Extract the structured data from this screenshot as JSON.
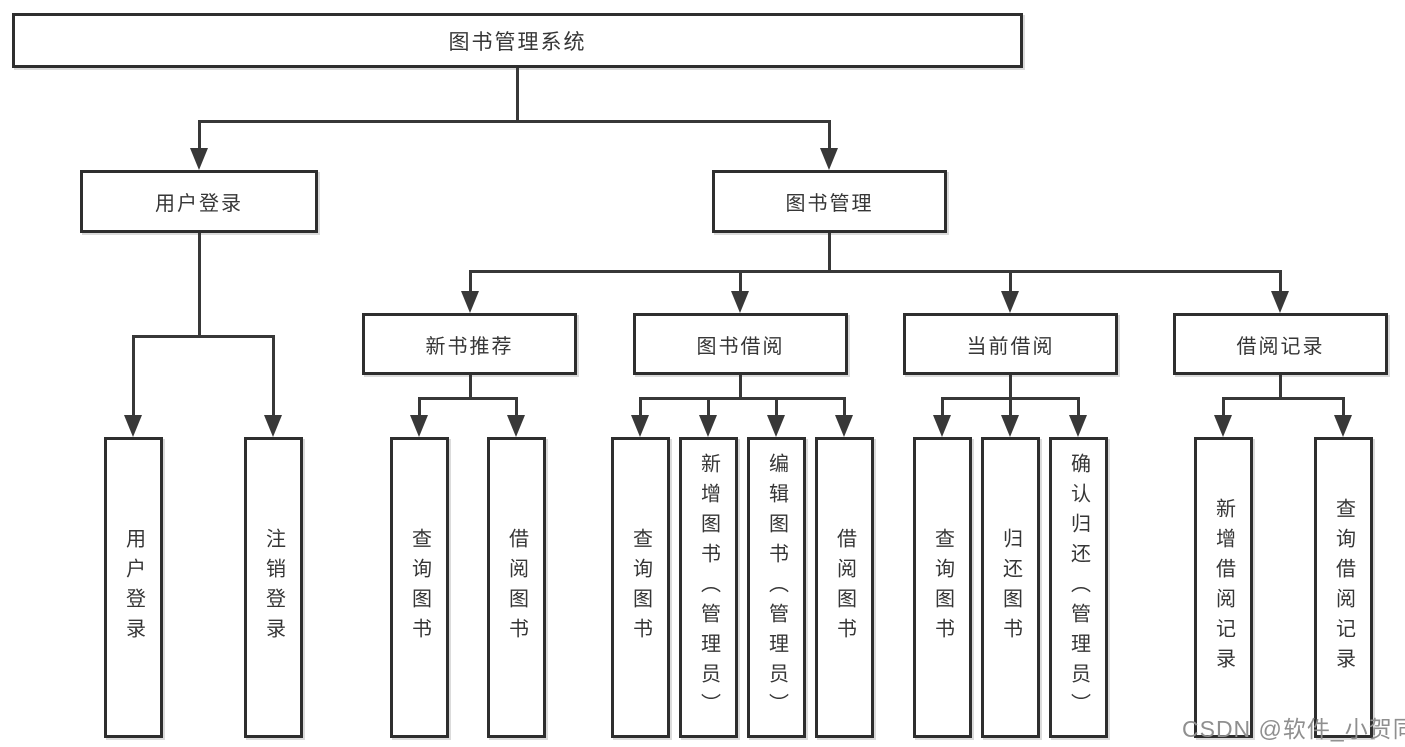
{
  "tree": {
    "root": {
      "label": "图书管理系统",
      "children": [
        {
          "label": "用户登录",
          "children": [
            {
              "label": "用户登录"
            },
            {
              "label": "注销登录"
            }
          ]
        },
        {
          "label": "图书管理",
          "children": [
            {
              "label": "新书推荐",
              "children": [
                {
                  "label": "查询图书"
                },
                {
                  "label": "借阅图书"
                }
              ]
            },
            {
              "label": "图书借阅",
              "children": [
                {
                  "label": "查询图书"
                },
                {
                  "label": "新增图书（管理员）"
                },
                {
                  "label": "编辑图书（管理员）"
                },
                {
                  "label": "借阅图书"
                }
              ]
            },
            {
              "label": "当前借阅",
              "children": [
                {
                  "label": "查询图书"
                },
                {
                  "label": "归还图书"
                },
                {
                  "label": "确认归还（管理员）"
                }
              ]
            },
            {
              "label": "借阅记录",
              "children": [
                {
                  "label": "新增借阅记录"
                },
                {
                  "label": "查询借阅记录"
                }
              ]
            }
          ]
        }
      ]
    }
  },
  "watermark": {
    "text": "CSDN @软件_小贺同学"
  },
  "colors": {
    "line": "#383838",
    "box_border": "#2e2e2e",
    "text": "#363636",
    "watermark": "#8f8f8f",
    "background": "#ffffff"
  }
}
